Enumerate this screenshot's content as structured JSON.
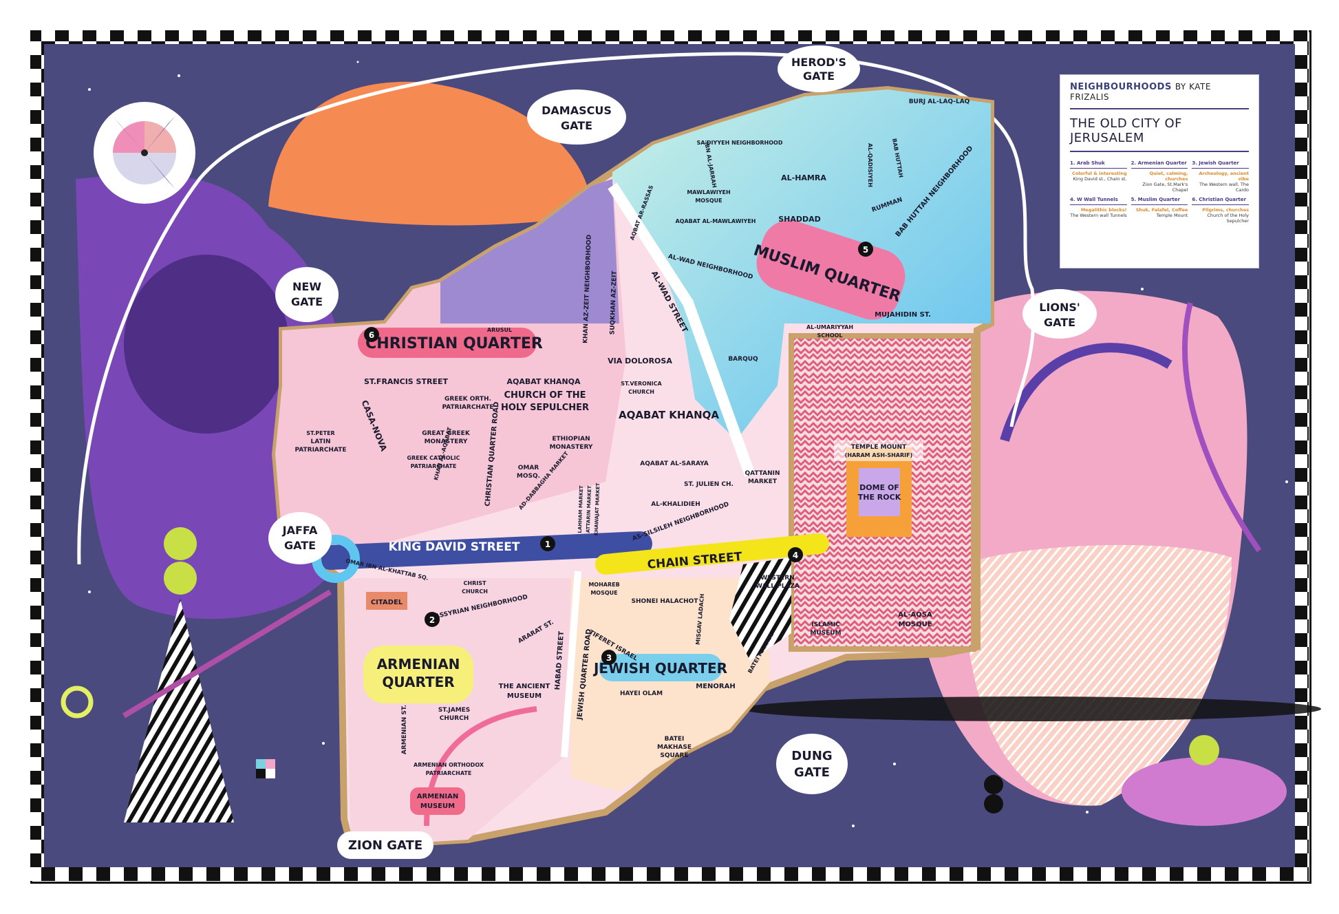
{
  "legend": {
    "brand": "NEIGHBOURHOODS",
    "by": "BY KATE FRIZALIS",
    "title": "THE OLD CITY OF JERUSALEM",
    "items": [
      {
        "head": "1. Arab Shuk",
        "desc": "Colorful & interesting",
        "places": "King David st., Chain st."
      },
      {
        "head": "2. Armenian Quarter",
        "desc": "Quiet, calming, churches",
        "places": "Zion Gate, St.Mark's Chapel"
      },
      {
        "head": "3. Jewish Quarter",
        "desc": "Archeology, ancient vibe",
        "places": "The Western wall, The Cardo"
      },
      {
        "head": "4. W Wall Tunnels",
        "desc": "Megalithic blocks!",
        "places": "The Western wall Tunnels"
      },
      {
        "head": "5. Muslim Quarter",
        "desc": "Shuk, Falafel, Coffee",
        "places": "Temple Mount"
      },
      {
        "head": "6. Christian Quarter",
        "desc": "Pilgrims, churches",
        "places": "Church of the Holy Sepulcher"
      }
    ]
  },
  "gates": {
    "herods": [
      "HEROD'S",
      "GATE"
    ],
    "damascus": [
      "DAMASCUS",
      "GATE"
    ],
    "new": [
      "NEW",
      "GATE"
    ],
    "jaffa": [
      "JAFFA",
      "GATE"
    ],
    "lions": [
      "LIONS'",
      "GATE"
    ],
    "dung": [
      "DUNG",
      "GATE"
    ],
    "zion": "ZION GATE"
  },
  "quarters": {
    "christian": "CHRISTIAN QUARTER",
    "muslim": "MUSLIM QUARTER",
    "armenian": [
      "ARMENIAN",
      "QUARTER"
    ],
    "jewish": "JEWISH QUARTER"
  },
  "markers": [
    "1",
    "2",
    "3",
    "4",
    "5",
    "6"
  ],
  "streets": {
    "king_david": "KING DAVID STREET",
    "chain": "CHAIN STREET",
    "via_dolorosa": "VIA DOLOROSA",
    "al_wad": "AL-WAD STREET",
    "st_francis": "ST.FRANCIS STREET",
    "casa_nova": "CASA-NOVA",
    "christian_quarter_road": "CHRISTIAN QUARTER ROAD",
    "habad": "HABAD STREET",
    "jewish_quarter_road": "JEWISH QUARTER ROAD",
    "armenian_st": "ARMENIAN ST.",
    "mujahidin": "MUJAHIDIN ST.",
    "omar_ibn": "OMAR IBN AL-KHATTAB SQ.",
    "khan_az_zeit": "KHAN AZ-ZEIT NEIGHBORHOOD",
    "suqkhan": "SUQKHAN AZ-ZEIT",
    "aqabat_khanqa": "AQABAT KHANQA",
    "aqabat_khanqa_big": "AQABAT KHANQA",
    "aqabat_saraya": "AQABAT AL-SARAYA",
    "khan_aqabat": "KHAN AL-AQABAT",
    "al_hamra": "AL-HAMRA",
    "shaddad": "SHADDAD",
    "al_qadisiyeh": "AL-QADISIYEH",
    "rumman": "RUMMAN",
    "bab_huttah": "BAB HUTTAH",
    "bab_huttah_nb": "BAB HUTTAH NEIGHBORHOOD",
    "burj": "BURJ AL-LAQ-LAQ",
    "saadiyeh": "SA'DIYYEH NEIGHBORHOOD",
    "ibn_jarrah": "IBN AL-JARRAH",
    "aqbat_rassas": "AQBAT AR-RASSAS",
    "aqabat_mawlawiyeh": "AQABAT AL-MAWLAWIYEH",
    "al_wad_nb": "AL-WAD NEIGHBORHOOD",
    "barquq": "BARQUQ",
    "as_silsileh": "AS-SILSILEH NEIGHBORHOOD",
    "al_khalidieh": "AL-KHALIDIEH",
    "st_julien": "ST. JULIEN CH.",
    "arusul": "ARUSUL",
    "ararat": "ARARAT ST.",
    "tiferet": "TIFERET ISRAEL",
    "misgav": "MISGAV LADACH",
    "hayei_olam": "HAYEI OLAM",
    "shonei": "SHONEI HALACHOT",
    "batei_mahase": "BATEI MAHASE",
    "assyrian": "ASSYRIAN NEIGHBORHOOD",
    "lahham": "LAHHAM MARKET",
    "attarin": "ATTARIN MARKET",
    "khawajat": "KHAWAJAT MARKET",
    "ad_dabbagha": "AD-DABBAGHA MARKET"
  },
  "places": {
    "holy_sepulcher": [
      "CHURCH OF THE",
      "HOLY SEPULCHER"
    ],
    "greek_orth": [
      "GREEK ORTH.",
      "PATRIARCHATE"
    ],
    "great_greek": [
      "GREAT GREEK",
      "MONASTERY"
    ],
    "greek_catholic": [
      "GREEK CATHOLIC",
      "PATRIARCHATE"
    ],
    "latin": [
      "ST.PETER",
      "LATIN",
      "PATRIARCHATE"
    ],
    "ethiopian": [
      "ETHIOPIAN",
      "MONASTERY"
    ],
    "omar_mosq": [
      "OMAR",
      "MOSQ."
    ],
    "st_veronica": [
      "ST.VERONICA",
      "CHURCH"
    ],
    "mawlawiyeh": [
      "MAWLAWIYEH",
      "MOSQUE"
    ],
    "al_umariyyah": [
      "AL-UMARIYYAH",
      "SCHOOL"
    ],
    "qattanin": [
      "QATTANIN",
      "MARKET"
    ],
    "temple_mount": [
      "TEMPLE MOUNT",
      "(HARAM ASH-SHARIF)"
    ],
    "dome": [
      "DOME OF",
      "THE ROCK"
    ],
    "al_aqsa": [
      "AL-AQSA",
      "MOSQUE"
    ],
    "islamic_museum": [
      "ISLAMIC",
      "MUSEUM"
    ],
    "western_wall": [
      "WESTERN",
      "WALL PLAZA"
    ],
    "batei_mahase_sq": [
      "BATEI",
      "MAKHASE",
      "SQUARE"
    ],
    "citadel": "CITADEL",
    "christ_church": [
      "CHRIST",
      "CHURCH"
    ],
    "ancient_museum": [
      "THE ANCIENT",
      "MUSEUM"
    ],
    "st_james": [
      "ST.JAMES",
      "CHURCH"
    ],
    "armenian_patr": [
      "ARMENIAN ORTHODOX",
      "PATRIARCHATE"
    ],
    "armenian_museum": [
      "ARMENIAN",
      "MUSEUM"
    ],
    "moharab": [
      "MOHAREB",
      "MOSQUE"
    ],
    "menorah": "MENORAH"
  },
  "colors": {
    "background": "#4a4a7e",
    "wall": "#c9a16a",
    "king_david_street": "#3e4fa3",
    "chain_street": "#f4e41a",
    "accent_pink": "#f06a9a",
    "accent_orange": "#f58a52",
    "accent_purple": "#8a4bc9"
  }
}
